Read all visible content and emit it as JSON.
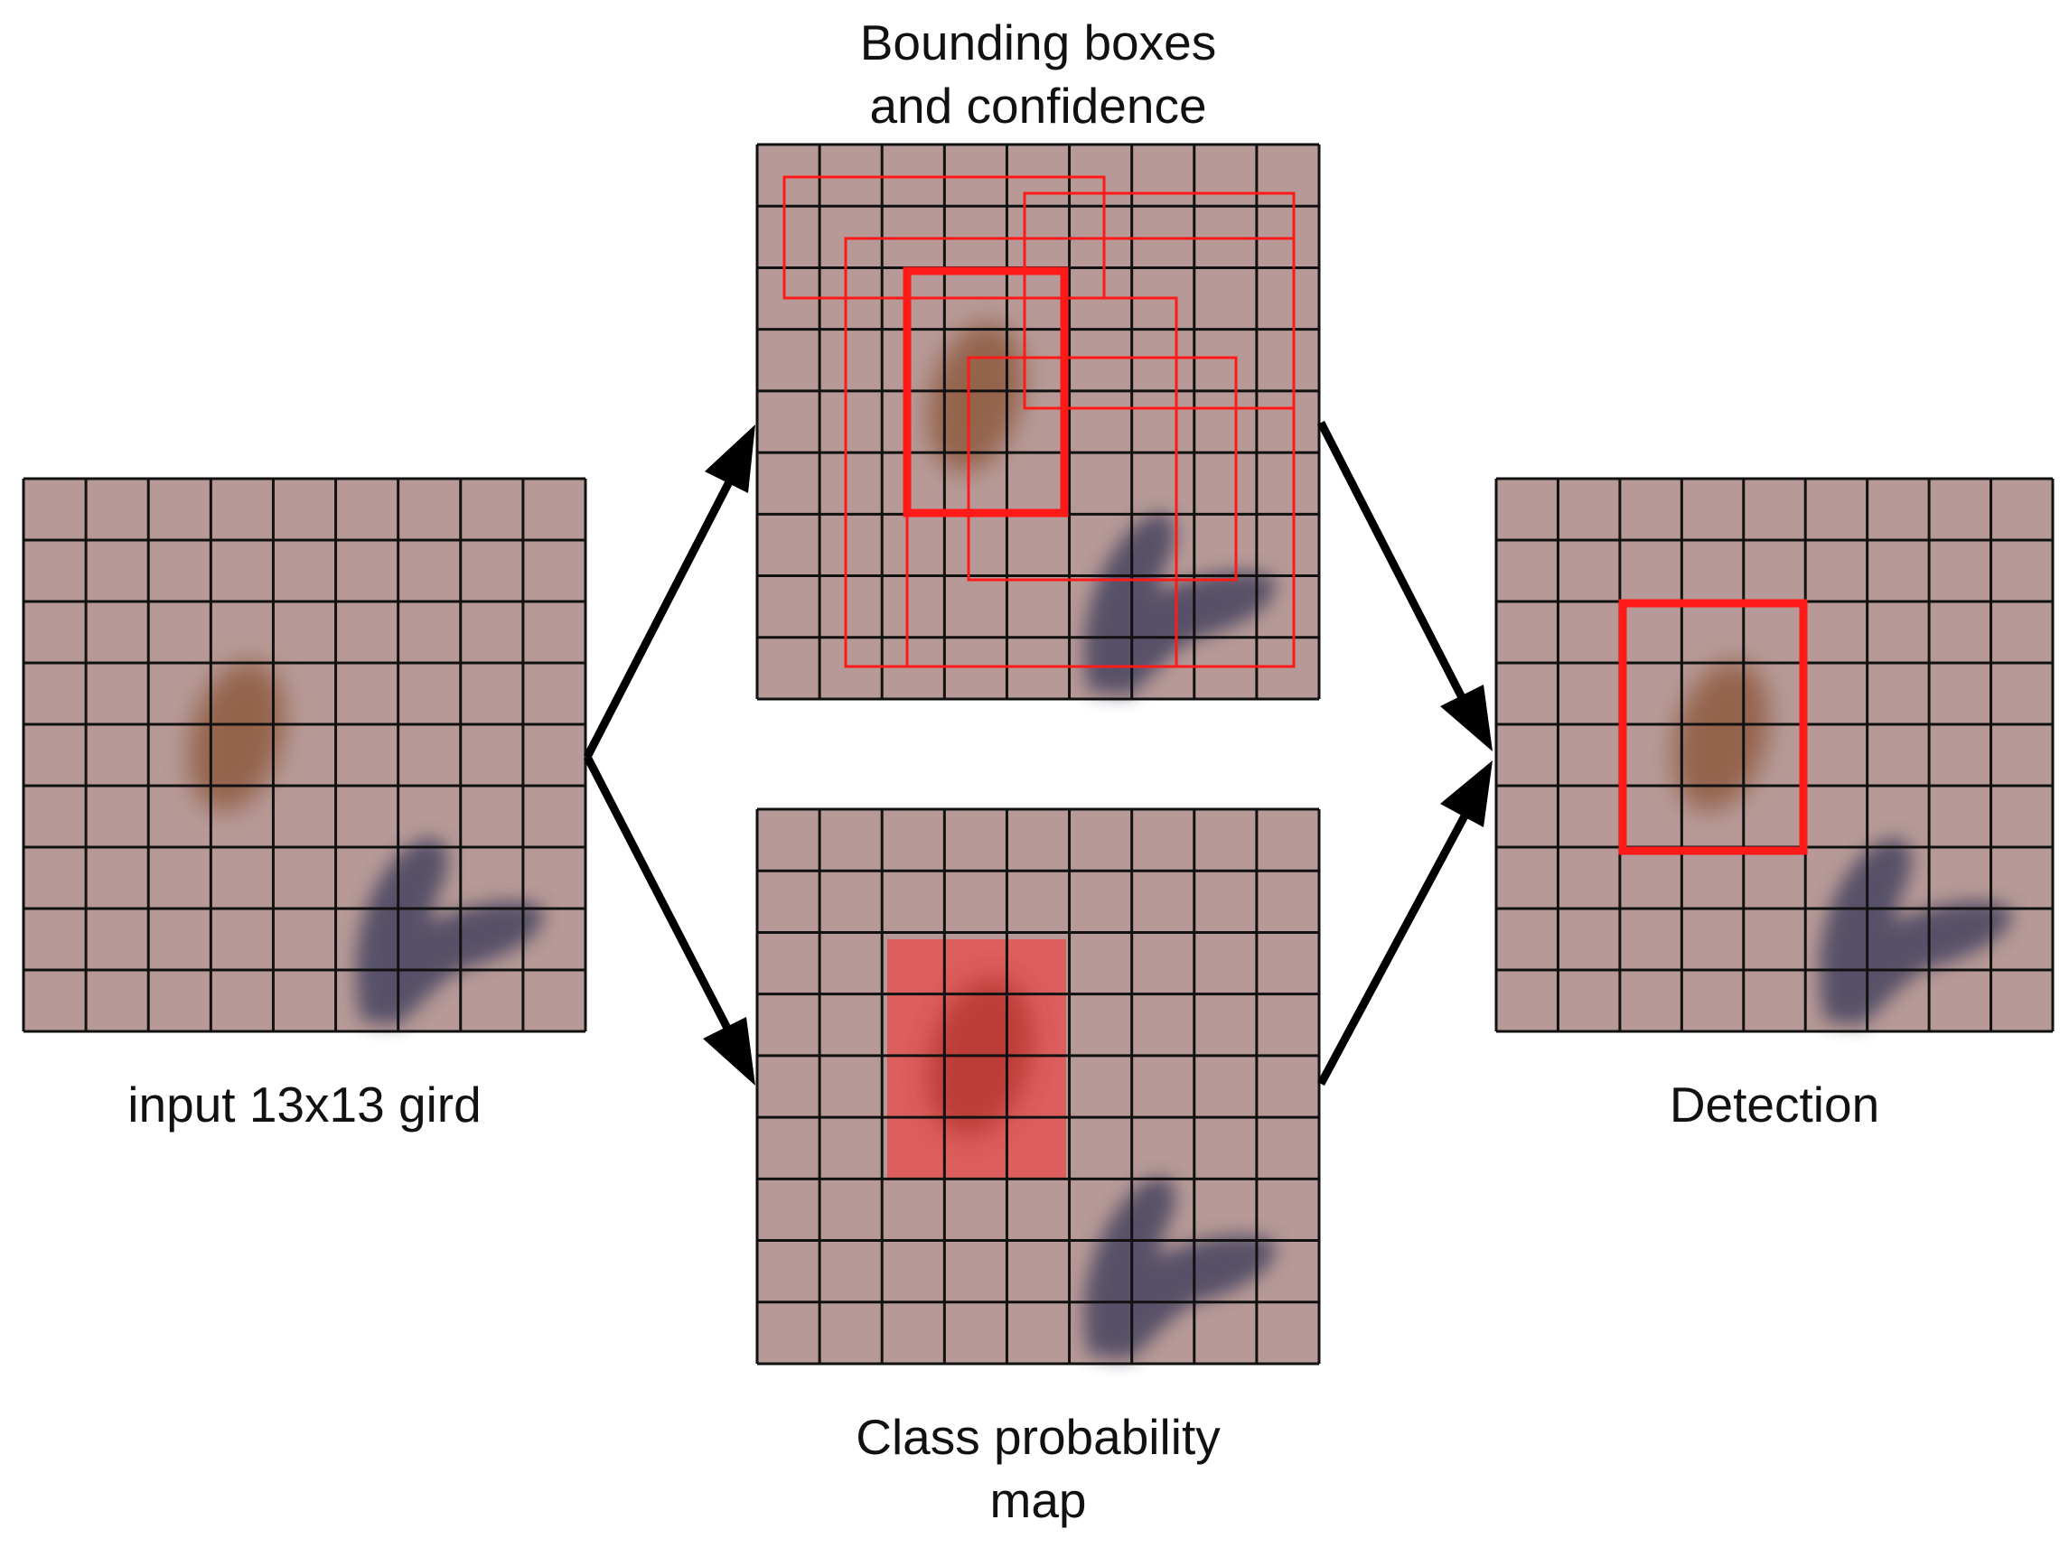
{
  "labels": {
    "input": "input 13x13 gird",
    "boxes_line1": "Bounding boxes",
    "boxes_line2": "and confidence",
    "class_line1": "Class probability",
    "class_line2": "map",
    "detection": "Detection"
  },
  "colors": {
    "cell": "#b79a97",
    "grid_line": "#111111",
    "box": "#ff1a1a",
    "class_region": "#e84a4a",
    "brown_blob": "#8e5a40",
    "dark_blob": "#4e4a63",
    "arrow": "#000000"
  },
  "grid": {
    "columns": 9,
    "rows": 9
  },
  "icons": {
    "arrow_head": "arrow-head-icon"
  }
}
